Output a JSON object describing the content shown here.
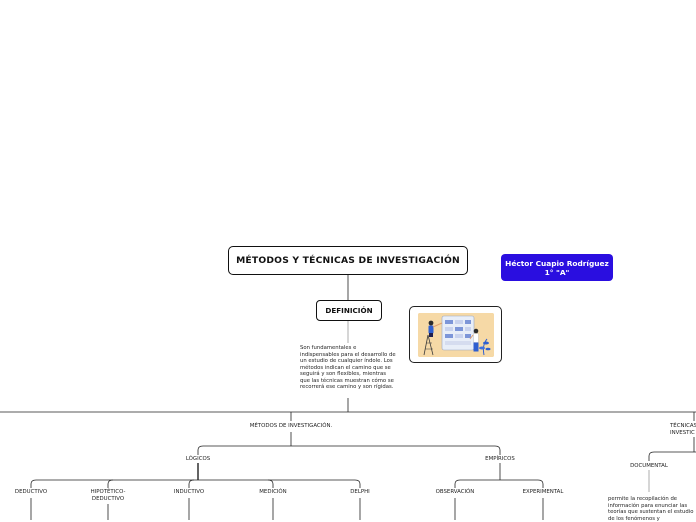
{
  "title": "MÉTODOS Y TÉCNICAS DE INVESTIGACIÓN",
  "author": {
    "name": "Héctor Cuapio Rodríguez",
    "group": "1° \"A\""
  },
  "definition": {
    "label": "DEFINICIÓN",
    "text": "Son fundamentales e indispensables para el desarrollo de un estudio de cualquier índole. Los métodos indican el camino que se seguirá y son flexibles, mientras que las técnicas muestran cómo se recorrerá ese camino y son rígidas."
  },
  "methods": {
    "label": "MÉTODOS DE INVESTIGACIÓN.",
    "logicos": {
      "label": "LÓGICOS",
      "items": [
        "DEDUCTIVO",
        "HIPOTÉTICO-\nDEDUCTIVO",
        "INDUCTIVO",
        "MEDICIÓN",
        "DELPHI"
      ]
    },
    "empiricos": {
      "label": "EMPÍRICOS",
      "items": [
        "OBSERVACIÓN",
        "EXPERIMENTAL"
      ]
    }
  },
  "techniques": {
    "label": "TÉCNICAS\nINVESTIC",
    "documental": {
      "label": "DOCUMENTAL",
      "text": "permite la recopilación de información para enunciar las teorías que sustentan el estudio de los fenómenos y"
    }
  },
  "colors": {
    "author_bg": "#2a0ee0",
    "illustration_bg": "#f6d9a6",
    "accent_blue": "#2f5fd0"
  }
}
